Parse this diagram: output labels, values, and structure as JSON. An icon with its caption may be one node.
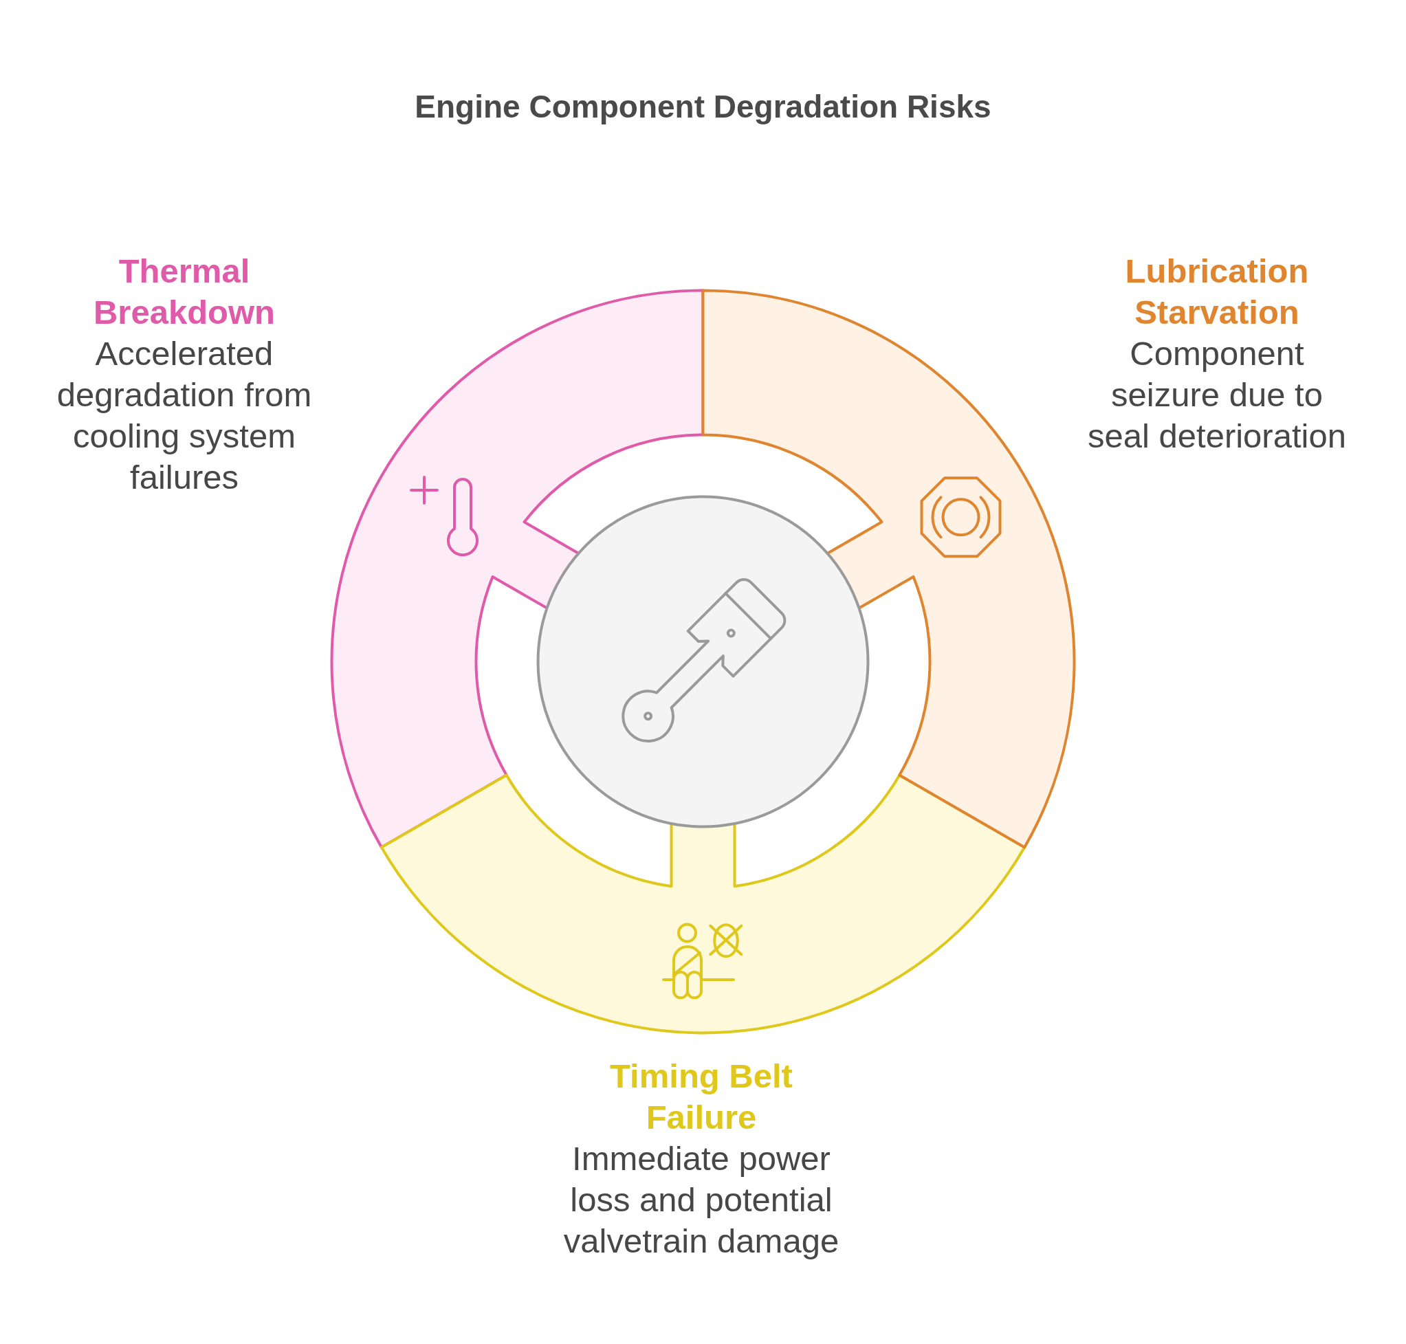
{
  "diagram": {
    "title": "Engine Component Degradation Risks",
    "nodes": [
      {
        "text": [],
        "shape": "segment",
        "beside": [
          "Thermal Breakdown",
          "Accelerated degradation from cooling system failures"
        ]
      },
      {
        "text": [],
        "shape": "segment",
        "beside": [
          "Lubrication Starvation",
          "Component seizure due to seal deterioration"
        ]
      },
      {
        "text": [],
        "shape": "circle"
      },
      {
        "text": [],
        "shape": "segment",
        "beside": [
          "Timing Belt Failure",
          "Immediate power loss and potential valvetrain damage"
        ]
      }
    ]
  }
}
